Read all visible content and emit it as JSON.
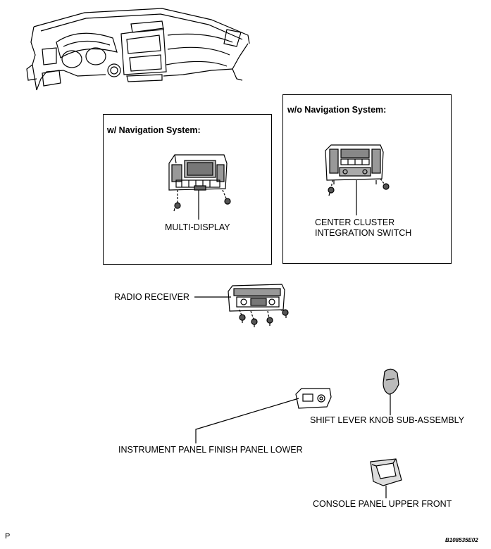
{
  "boxes": {
    "with_nav_title": "w/ Navigation System:",
    "without_nav_title": "w/o Navigation System:"
  },
  "labels": {
    "multi_display": "MULTI-DISPLAY",
    "center_cluster_line1": "CENTER CLUSTER",
    "center_cluster_line2": "INTEGRATION SWITCH",
    "radio_receiver": "RADIO RECEIVER",
    "shift_lever_knob": "SHIFT LEVER KNOB SUB-ASSEMBLY",
    "instrument_panel_finish": "INSTRUMENT PANEL FINISH PANEL LOWER",
    "console_panel": "CONSOLE PANEL UPPER FRONT"
  },
  "corner_mark": "P",
  "figure_code": "B108535E02",
  "icons": [
    "dashboard-illustration",
    "multi-display-unit",
    "center-cluster-switch-unit",
    "radio-receiver-unit",
    "bolt-icon",
    "finish-panel-lower",
    "shift-knob",
    "console-panel-upper-front"
  ]
}
